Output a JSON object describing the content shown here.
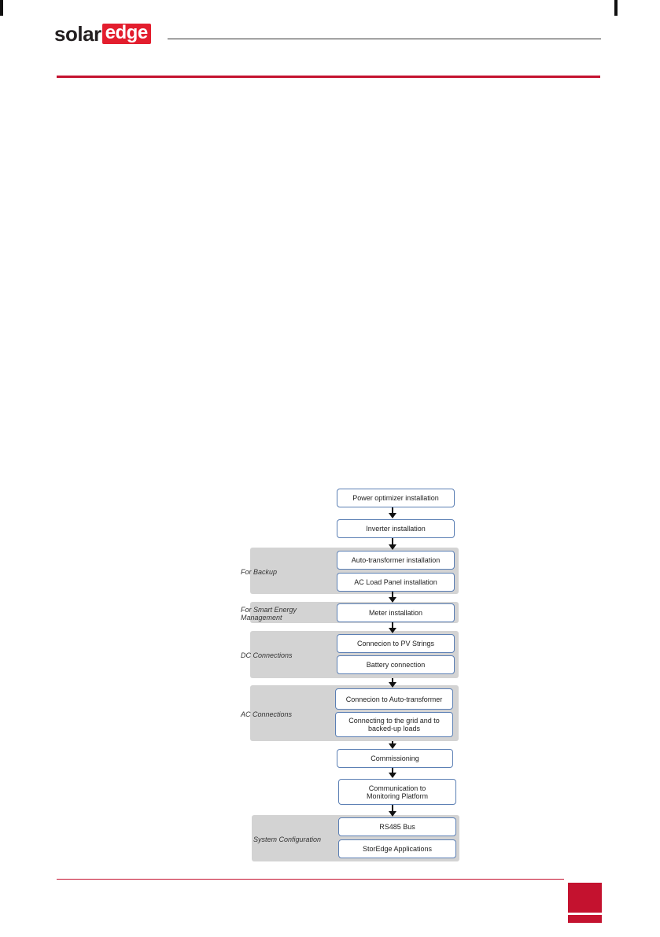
{
  "header": {
    "logo_text": "solaredge",
    "logo_part1": "solar",
    "logo_part2": "edge",
    "brand_color": "#c4122f"
  },
  "flowchart": {
    "steps": [
      "Power optimizer installation",
      "Inverter installation",
      "Auto-transformer installation",
      "AC Load Panel installation",
      "Meter installation",
      "Connecion to PV Strings",
      "Battery connection",
      "Connecion to Auto-transformer",
      "Connecting to the grid and to backed-up loads",
      "Commissioning",
      "Communication to Monitoring Platform",
      "RS485 Bus",
      "StorEdge Applications"
    ],
    "groups": [
      "For Backup",
      "For Smart Energy Management",
      "DC Connections",
      "AC Connections",
      "System Configuration"
    ]
  }
}
